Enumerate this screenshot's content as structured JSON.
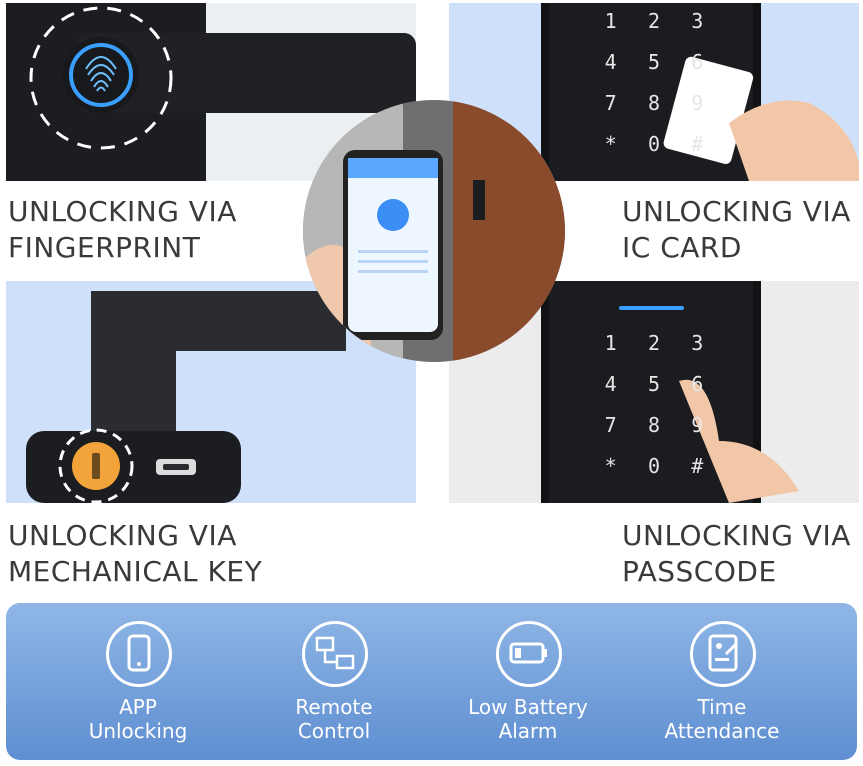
{
  "captions": {
    "fingerprint": "UNLOCKING VIA\nFINGERPRINT",
    "ic_card": "UNLOCKING VIA\nIC CARD",
    "mechanical_key": "UNLOCKING VIA\nMECHANICAL KEY",
    "passcode": "UNLOCKING VIA\nPASSCODE"
  },
  "keypad": {
    "keys": [
      "1",
      "2",
      "3",
      "4",
      "5",
      "6",
      "7",
      "8",
      "9",
      "*",
      "0",
      "#"
    ]
  },
  "features": [
    {
      "icon": "smartphone-icon",
      "label": "APP\nUnlocking"
    },
    {
      "icon": "remote-network-icon",
      "label": "Remote\nControl"
    },
    {
      "icon": "battery-icon",
      "label": "Low Battery\nAlarm"
    },
    {
      "icon": "attendance-document-icon",
      "label": "Time\nAttendance"
    }
  ],
  "colors": {
    "panel_blue": "#cfe0fb",
    "lock_black": "#1d1f22",
    "feature_bar_top": "#8fb6e6",
    "feature_bar_bottom": "#5f8fd1",
    "fingerprint_blue": "#3aa0ff",
    "key_orange": "#f2a33a"
  }
}
